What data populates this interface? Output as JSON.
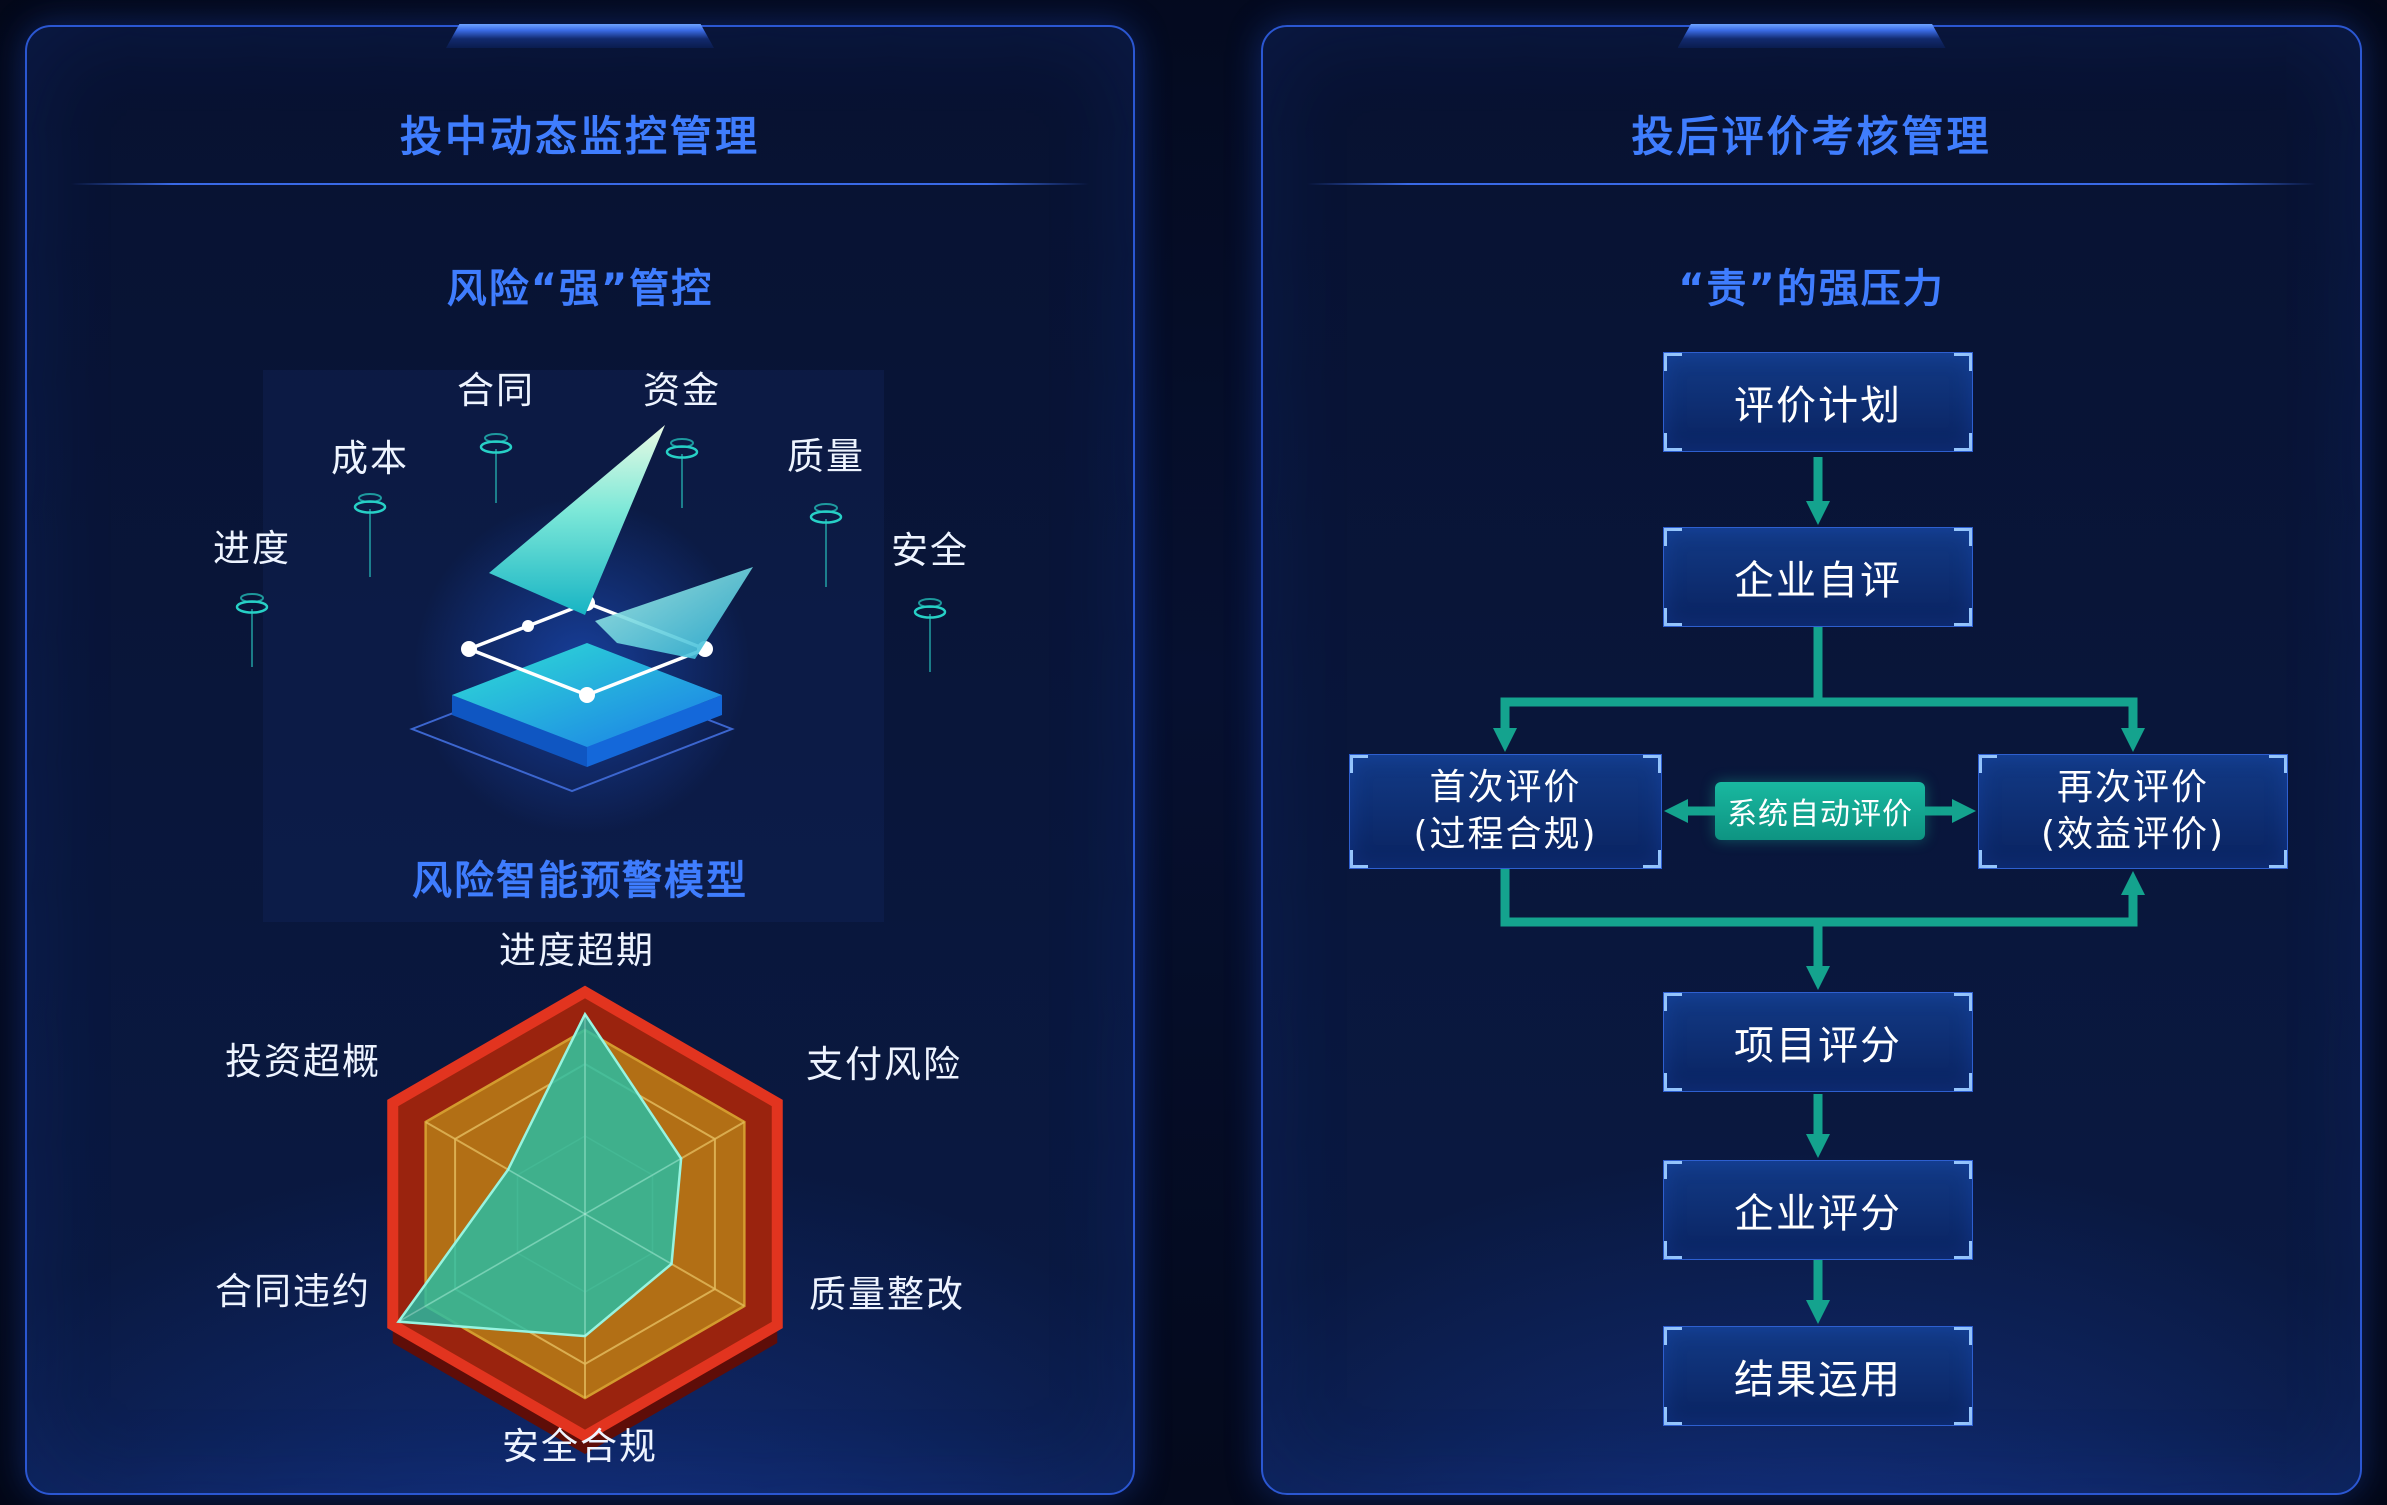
{
  "left_panel": {
    "title": "投中动态监控管理",
    "subtitle": "风险“强”管控",
    "model_title": "风险智能预警模型",
    "risk_labels": [
      "合同",
      "资金",
      "成本",
      "质量",
      "进度",
      "安全"
    ],
    "radar": {
      "type": "radar",
      "title": "风险智能预警模型",
      "axes": [
        "进度超期",
        "支付风险",
        "质量整改",
        "安全合规",
        "合同违约",
        "投资超概"
      ],
      "values": [
        0.9,
        0.5,
        0.45,
        0.55,
        0.97,
        0.4
      ],
      "max": 1,
      "colors": {
        "outer_edge": "#e2341f",
        "outer_band": "#9a230e",
        "inner_area": "#b26f15",
        "grid": "#e2ba5c",
        "value_fill": "rgba(34,192,170,0.8)",
        "value_stroke": "#97f4e0"
      }
    }
  },
  "right_panel": {
    "title": "投后评价考核管理",
    "subtitle": "“责”的强压力",
    "accent": "#14a38e",
    "flow": {
      "step_plan": "评价计划",
      "step_self": "企业自评",
      "first_eval_line1": "首次评价",
      "first_eval_line2": "(过程合规)",
      "auto_eval": "系统自动评价",
      "second_eval_line1": "再次评价",
      "second_eval_line2": "(效益评价)",
      "step_project": "项目评分",
      "step_company": "企业评分",
      "step_result": "结果运用"
    }
  }
}
